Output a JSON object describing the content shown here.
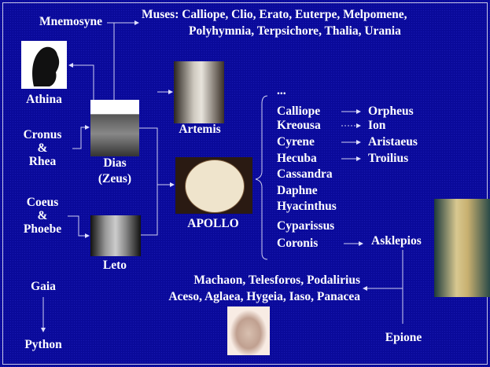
{
  "nodes": {
    "mnemosyne": "Mnemosyne",
    "muses_line1": "Muses: Calliope, Clio, Erato, Euterpe, Melpomene,",
    "muses_line2": "Polyhymnia, Terpsichore, Thalia, Urania",
    "athina": "Athina",
    "cronus": "Cronus",
    "amp1": "&",
    "rhea": "Rhea",
    "dias": "Dias",
    "zeus": "(Zeus)",
    "artemis": "Artemis",
    "apollo": "APOLLO",
    "coeus": "Coeus",
    "amp2": "&",
    "phoebe": "Phoebe",
    "leto": "Leto",
    "gaia": "Gaia",
    "python": "Python",
    "asklepios": "Asklepios",
    "epione": "Epione",
    "children_line1": "Machaon, Telesforos, Podalirius",
    "children_line2": "Aceso, Aglaea, Hygeia, Iaso, Panacea"
  },
  "apollo_lovers": [
    {
      "name": "...",
      "child": null
    },
    {
      "name": "Calliope",
      "child": "Orpheus"
    },
    {
      "name": "Kreousa",
      "child": "Ion"
    },
    {
      "name": "Cyrene",
      "child": "Aristaeus"
    },
    {
      "name": "Hecuba",
      "child": "Troilius"
    },
    {
      "name": "Cassandra",
      "child": null
    },
    {
      "name": "Daphne",
      "child": null
    },
    {
      "name": "Hyacinthus",
      "child": null
    },
    {
      "name": "Cyparissus",
      "child": null
    },
    {
      "name": "Coronis",
      "child": null
    }
  ],
  "colors": {
    "background": "#0a0a9a",
    "text": "#ffffff",
    "line": "#d0d0f0"
  }
}
